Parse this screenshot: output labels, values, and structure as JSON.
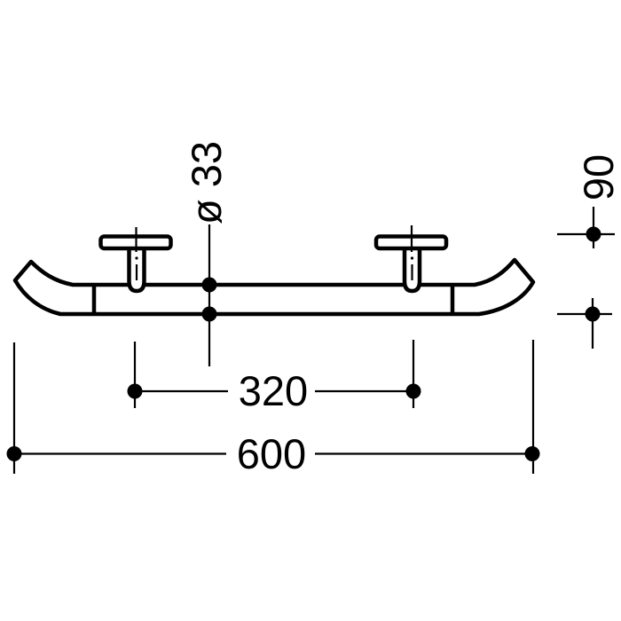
{
  "page": {
    "background_color": "#ffffff",
    "line_color": "#000000"
  },
  "drawing": {
    "type": "technical-dimension-drawing",
    "subject": "grab-rail-front-view",
    "labels": {
      "diameter": "ø 33",
      "depth": "90",
      "fixing_centres": "320",
      "overall_length": "600"
    }
  }
}
